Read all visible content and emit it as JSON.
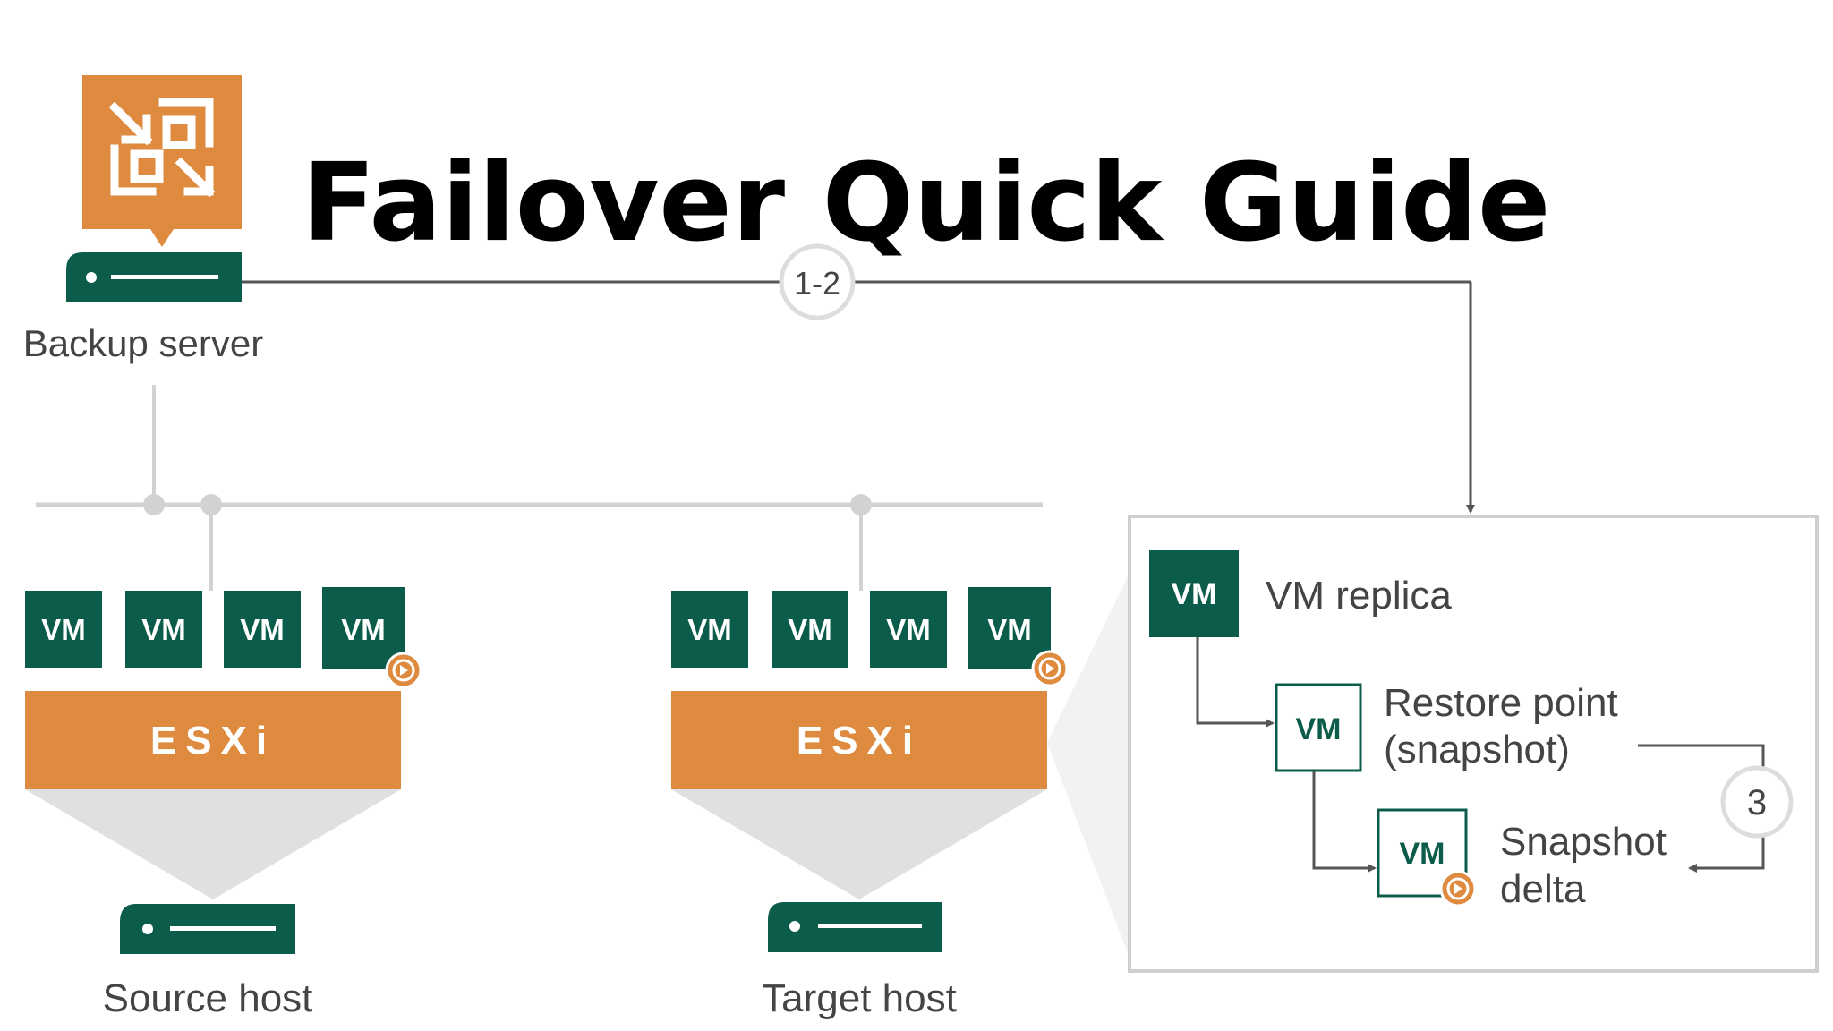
{
  "title": "Failover Quick Guide",
  "backup_server": {
    "label": "Backup server"
  },
  "step_badge_main": "1-2",
  "step_badge_side": "3",
  "source_host": {
    "label": "Source host",
    "esxi_label": "ESXi",
    "vms": [
      "VM",
      "VM",
      "VM",
      "VM"
    ]
  },
  "target_host": {
    "label": "Target host",
    "esxi_label": "ESXi",
    "vms": [
      "VM",
      "VM",
      "VM",
      "VM"
    ]
  },
  "detail": {
    "vm_replica": {
      "tag": "VM",
      "label": "VM replica"
    },
    "restore_point": {
      "tag": "VM",
      "label_line1": "Restore point",
      "label_line2": "(snapshot)"
    },
    "snapshot_delta": {
      "tag": "VM",
      "label_line1": "Snapshot",
      "label_line2": "delta"
    }
  },
  "colors": {
    "green": "#0b5c4a",
    "orange": "#de8a3f",
    "gray_line": "#d2d2d2",
    "dark_line": "#555555",
    "panel_border": "#cfcfcf"
  },
  "icons": {
    "logo": "backup-replication-icon",
    "server": "server-icon",
    "play_badge": "play-badge-icon"
  }
}
